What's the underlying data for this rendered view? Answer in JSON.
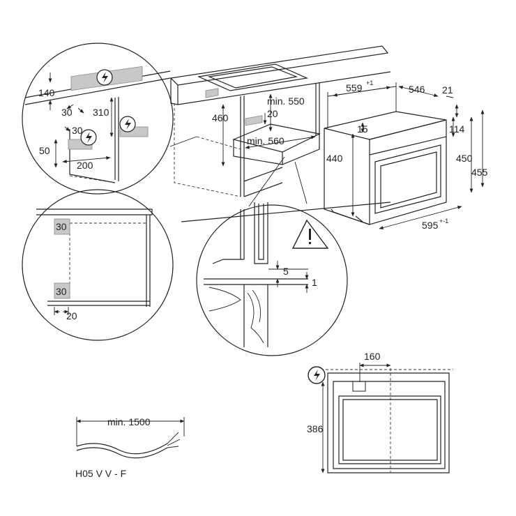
{
  "detail_top_left": {
    "dims": [
      "140",
      "30",
      "310",
      "30",
      "50",
      "200"
    ]
  },
  "main_view": {
    "dims": [
      "460",
      "min. 550",
      "20",
      "min. 560"
    ]
  },
  "oven_view": {
    "dims": [
      "559",
      "+1",
      "546",
      "21",
      "15",
      "114",
      "440",
      "450",
      "455",
      "595",
      "+-1"
    ]
  },
  "detail_left": {
    "dims": [
      "30",
      "30",
      "20"
    ]
  },
  "detail_section": {
    "dims": [
      "5",
      "1"
    ]
  },
  "front_view": {
    "dims": [
      "160",
      "386"
    ]
  },
  "cable": {
    "length": "min. 1500",
    "type": "H05 V V - F"
  }
}
